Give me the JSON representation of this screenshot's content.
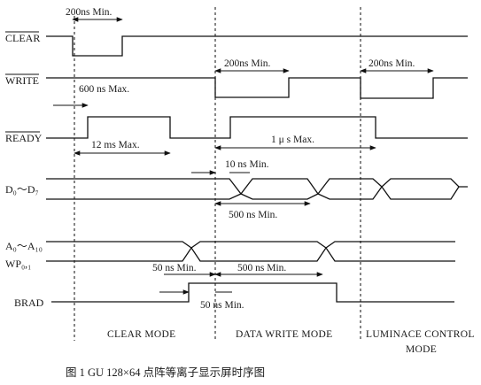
{
  "signals": {
    "clear": "CLEAR",
    "write": "WRITE",
    "ready": "READY",
    "data_bus": "D₀～D₇",
    "addr_bus": "A₀～A₁₀",
    "wp": "WP₀,₁",
    "brad": "BRAD"
  },
  "annotations": {
    "clear_pulse": "200ns  Min.",
    "write_pulse_1": "200ns  Min.",
    "write_pulse_2": "200ns  Min.",
    "ready_delay": "600 ns   Max.",
    "ready_low_clear": "12 ms     Max.",
    "ready_low_write": "1 μ s     Max.",
    "data_setup": "10 ns    Min.",
    "data_hold": "500 ns    Min.",
    "addr_setup": "50 ns    Min.",
    "addr_hold": "500 ns    Min.",
    "brad_delay": "50 ns    Min."
  },
  "modes": {
    "clear": "CLEAR   MODE",
    "data_write": "DATA  WRITE  MODE",
    "luminance_1": "LUMINACE  CONTROL",
    "luminance_2": "MODE"
  },
  "caption": "图 1   GU 128×64 点阵等离子显示屏时序图"
}
